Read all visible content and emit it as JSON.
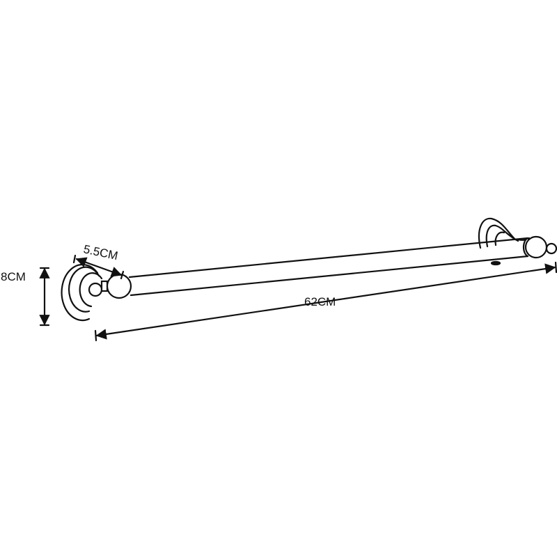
{
  "dimensions": {
    "height_label": "8CM",
    "depth_label": "5.5CM",
    "length_label": "62CM"
  },
  "colors": {
    "line": "#111111",
    "background": "#ffffff"
  }
}
